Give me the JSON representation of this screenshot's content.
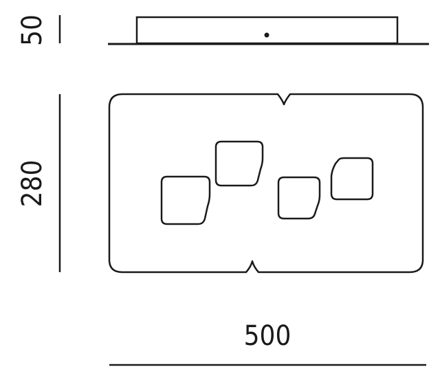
{
  "drawing": {
    "height_label": "50",
    "depth_label": "280",
    "width_label": "500",
    "stroke_color": "#1a1a1a",
    "background_color": "#ffffff"
  }
}
